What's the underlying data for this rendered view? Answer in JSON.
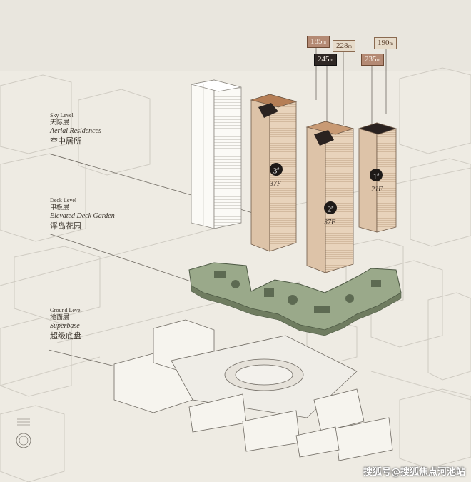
{
  "labels": {
    "sky": {
      "en": "Sky Level",
      "cn": "天际层",
      "en2": "Aerial Residences",
      "cn2": "空中居所"
    },
    "deck": {
      "en": "Deck Level",
      "cn": "甲板层",
      "en2": "Elevated Deck Garden",
      "cn2": "浮岛花园"
    },
    "ground": {
      "en": "Ground Level",
      "cn": "地面层",
      "en2": "Superbase",
      "cn2": "超级底盘"
    }
  },
  "heights": {
    "h185": "185",
    "h228": "228",
    "h190": "190",
    "h245": "245",
    "h235": "235",
    "unit": "m"
  },
  "towers": {
    "t3": {
      "badge": "3",
      "floors": "37F"
    },
    "t2": {
      "badge": "2",
      "floors": "37F"
    },
    "t1": {
      "badge": "1",
      "floors": "21F"
    }
  },
  "badge_suffix": "#",
  "watermark": "搜狐号@搜狐焦点河池站",
  "colors": {
    "tower_fill": "#e6cfb6",
    "deck_green": "#98a787",
    "background": "#eeebe3",
    "line": "#8c8880"
  }
}
